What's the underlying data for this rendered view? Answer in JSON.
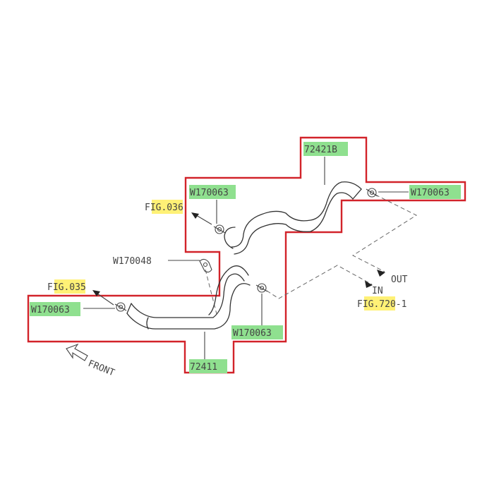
{
  "colors": {
    "outline": "#d2232a",
    "highlight_green": "#8fe08f",
    "highlight_yellow": "#fff176",
    "line": "#333333",
    "text": "#444444"
  },
  "labels": {
    "part_72421b": "72421B",
    "part_72411": "72411",
    "clamp_upper_left": "W170063",
    "clamp_upper_right": "W170063",
    "clamp_lower_left": "W170063",
    "clamp_lower_right": "W170063",
    "clip_w170048": "W170048",
    "fig_036_a": "F",
    "fig_036_b": "IG.03",
    "fig_036_c": "6",
    "fig_035_a": "F",
    "fig_035_b": "IG.03",
    "fig_035_c": "5",
    "out": "OUT",
    "in": "IN",
    "fig_720_a": "F",
    "fig_720_b": "IG.72",
    "fig_720_c": "0-1",
    "front": "FRONT"
  },
  "icons": {
    "front_arrow": "front-arrow-icon",
    "hose_clamp": "hose-clamp-icon",
    "clip": "clip-icon"
  }
}
